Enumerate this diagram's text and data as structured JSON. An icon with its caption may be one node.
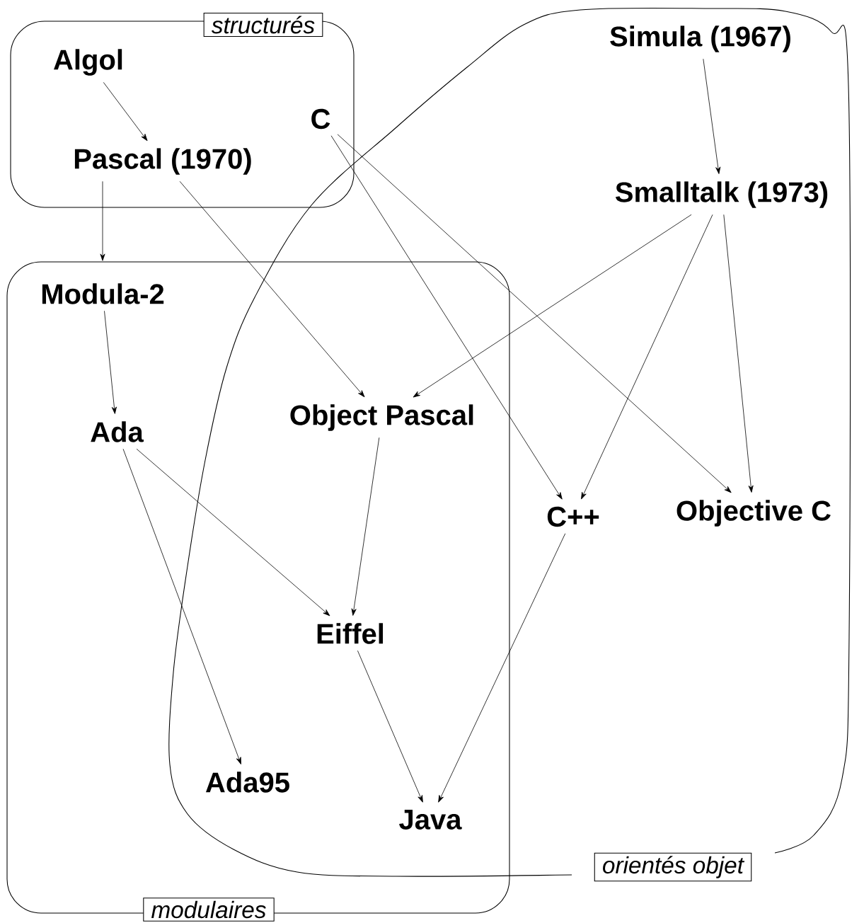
{
  "diagram": {
    "nodes": [
      {
        "text": [
          "structurés"
        ]
      },
      {
        "text": [
          "Algol"
        ],
        "in": 0
      },
      {
        "text": [
          "Pascal (1970)"
        ],
        "in": 0
      },
      {
        "text": [
          "C"
        ]
      },
      {
        "text": [
          "orientés objet"
        ]
      },
      {
        "text": [
          "Simula (1967)"
        ],
        "in": 4
      },
      {
        "text": [
          "Smalltalk (1973)"
        ],
        "in": 4
      },
      {
        "text": [
          "modulaires"
        ]
      },
      {
        "text": [
          "Modula-2"
        ],
        "in": 7
      },
      {
        "text": [
          "Ada"
        ],
        "in": 7
      },
      {
        "text": [
          "Object Pascal"
        ]
      },
      {
        "text": [
          "C++"
        ],
        "in": 4
      },
      {
        "text": [
          "Objective C"
        ],
        "in": 4
      },
      {
        "text": [
          "Eiffel"
        ]
      },
      {
        "text": [
          "Ada95"
        ]
      },
      {
        "text": [
          "Java"
        ]
      }
    ],
    "edges": [
      {
        "from": 1,
        "to": 2,
        "arrow": "to"
      },
      {
        "from": 2,
        "to": 7,
        "arrow": "to"
      },
      {
        "from": 2,
        "to": 10,
        "arrow": "to"
      },
      {
        "from": 3,
        "to": 11,
        "arrow": "to"
      },
      {
        "from": 3,
        "to": 12,
        "arrow": "to"
      },
      {
        "from": 5,
        "to": 6,
        "arrow": "to"
      },
      {
        "from": 6,
        "to": 10,
        "arrow": "to"
      },
      {
        "from": 6,
        "to": 11,
        "arrow": "to"
      },
      {
        "from": 6,
        "to": 12,
        "arrow": "to"
      },
      {
        "from": 8,
        "to": 9,
        "arrow": "to"
      },
      {
        "from": 9,
        "to": 14,
        "arrow": "to"
      },
      {
        "from": 9,
        "to": 13,
        "arrow": "to"
      },
      {
        "from": 10,
        "to": 13,
        "arrow": "to"
      },
      {
        "from": 13,
        "to": 15,
        "arrow": "to"
      },
      {
        "from": 11,
        "to": 15,
        "arrow": "to"
      }
    ]
  }
}
